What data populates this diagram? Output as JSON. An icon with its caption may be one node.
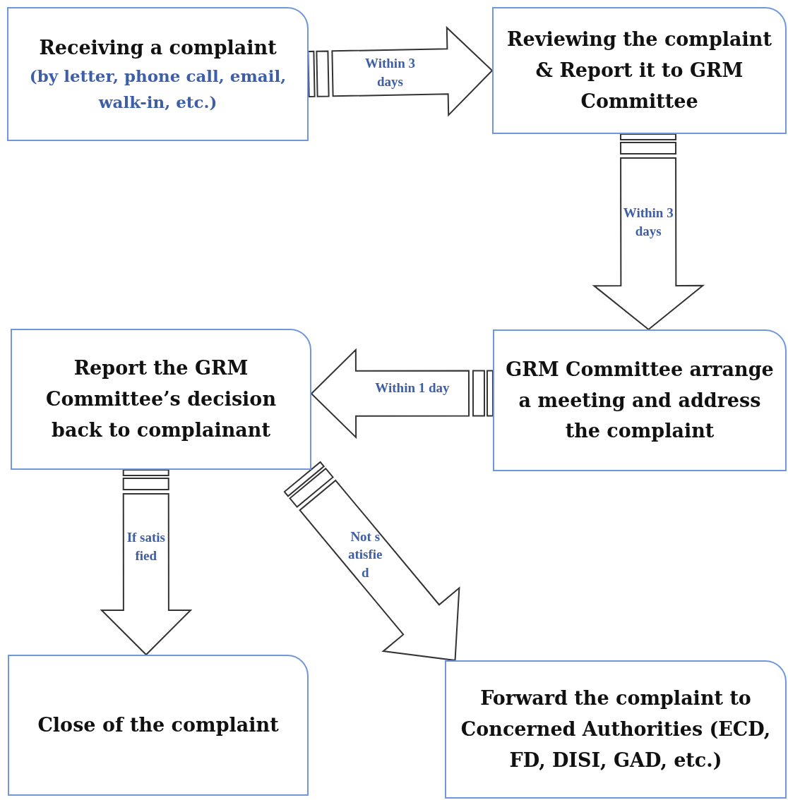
{
  "diagram": {
    "nodes": [
      {
        "text": [
          "Receiving a complaint",
          "(by letter, phone call, email, walk-in, etc.)"
        ]
      },
      {
        "text": [
          "Reviewing the complaint & Report it to GRM Committee"
        ]
      },
      {
        "text": [
          "GRM Committee arrange a meeting and address the complaint"
        ]
      },
      {
        "text": [
          "Report the GRM Committee’s decision back to complainant"
        ]
      },
      {
        "text": [
          "Close of the complaint"
        ]
      },
      {
        "text": [
          "Forward the complaint to Concerned Authorities (ECD, FD, DISI, GAD, etc.)"
        ]
      }
    ],
    "edges": [
      {
        "from": 0,
        "to": 1,
        "arrow": "to",
        "label": "Within 3 days"
      },
      {
        "from": 1,
        "to": 2,
        "arrow": "to",
        "label": "Within 3 days"
      },
      {
        "from": 2,
        "to": 3,
        "arrow": "to",
        "label": "Within 1 day"
      },
      {
        "from": 3,
        "to": 4,
        "arrow": "to",
        "label": "If satisfied"
      },
      {
        "from": 3,
        "to": 5,
        "arrow": "to",
        "label": "Not satisfied"
      }
    ]
  }
}
